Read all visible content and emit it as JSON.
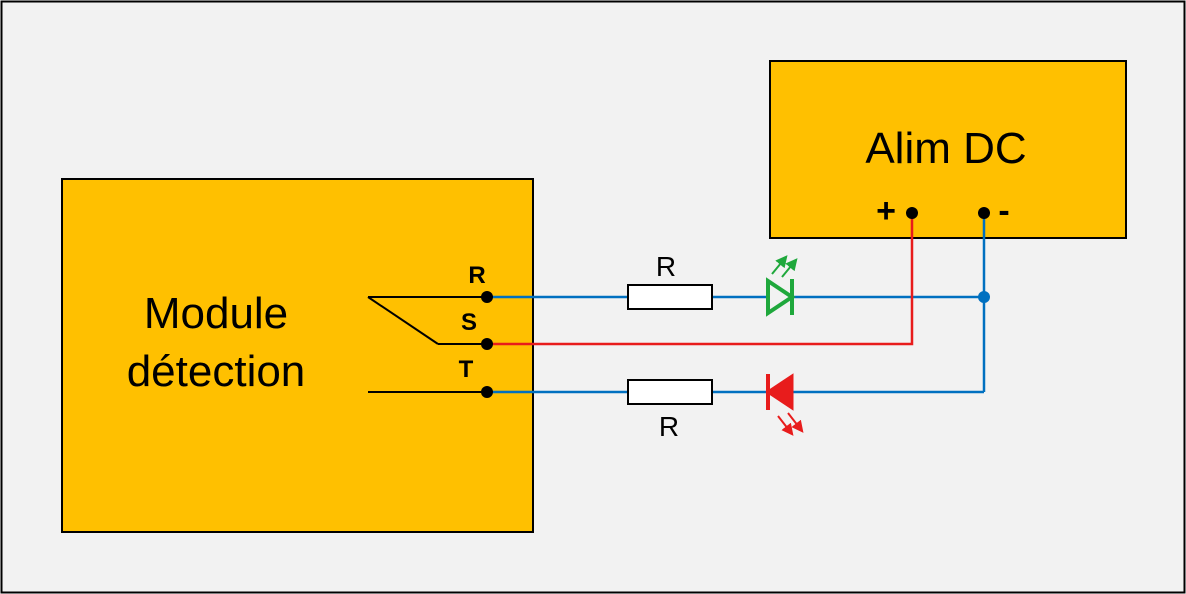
{
  "module": {
    "line1": "Module",
    "line2": "détection",
    "terminals": {
      "r": "R",
      "s": "S",
      "t": "T"
    }
  },
  "power": {
    "title": "Alim DC",
    "plus": "+",
    "minus": "-"
  },
  "resistors": {
    "top": "R",
    "bottom": "R"
  },
  "leds": {
    "top": "green-led-icon",
    "bottom": "red-led-icon"
  },
  "colors": {
    "box_fill": "#FFC000",
    "canvas": "#F2F2F2",
    "wire_negative": "#0070C0",
    "wire_positive": "#E81C1C",
    "led_green": "#1FA83C",
    "led_red": "#E81C1C"
  }
}
